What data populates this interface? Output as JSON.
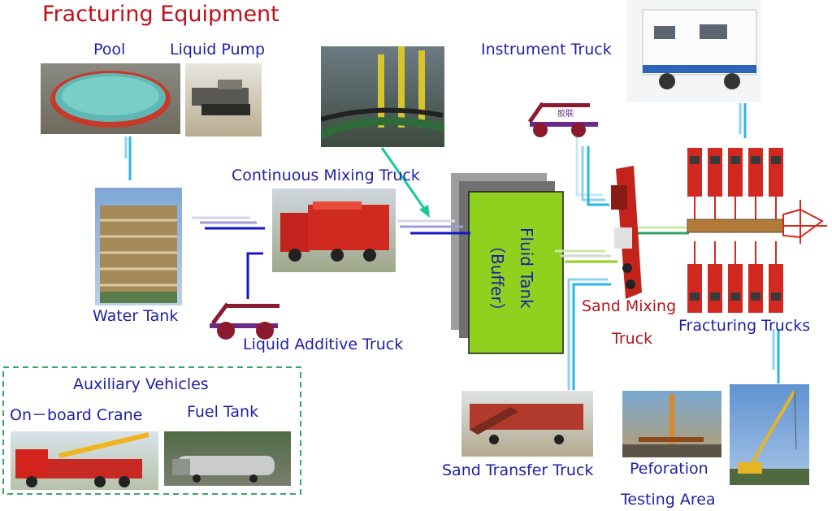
{
  "title": "Fracturing Equipment",
  "labels": {
    "pool": "Pool",
    "liquid_pump": "Liquid Pump",
    "instrument_truck": "Instrument Truck",
    "continuous_mixing_truck": "Continuous Mixing Truck",
    "water_tank": "Water Tank",
    "liquid_additive_truck": "Liquid Additive Truck",
    "fluid_tank": "Fluid Tank",
    "buffer": "（Buffer）",
    "sand_mixing": "Sand Mixing",
    "truck": "Truck",
    "fracturing_trucks": "Fracturing Trucks",
    "sand_transfer_truck": "Sand Transfer Truck",
    "peforation": "Peforation",
    "testing_area": "Testing Area",
    "auxiliary_vehicles": "Auxiliary Vehicles",
    "onboard_crane": "On－board Crane",
    "fuel_tank": "Fuel Tank",
    "cart_text": "胶联"
  },
  "colors": {
    "title_red": "#c0101a",
    "label_blue": "#1f1fa8",
    "tank_green": "#8fd11e",
    "line_blue": "#1515c8",
    "line_cyan": "#29b6e6",
    "arrow_teal": "#18c79a",
    "cart_maroon": "#8b1a2e",
    "cart_purple": "#6a2a8a",
    "dashed_green": "#3aa86b"
  }
}
